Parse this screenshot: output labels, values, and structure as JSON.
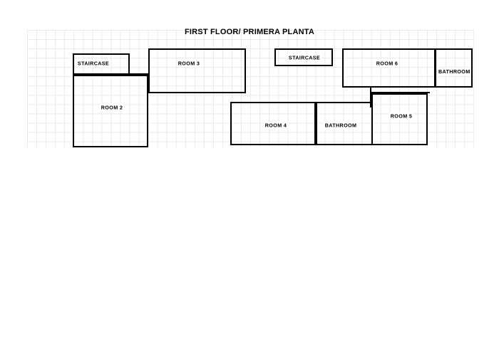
{
  "plan": {
    "title": "FIRST FLOOR/ PRIMERA PLANTA",
    "background_color": "#ffffff",
    "grid_color": "#e9e9e9",
    "wall_color": "#000000",
    "rooms": [
      {
        "id": "staircase-left",
        "label": "STAIRCASE"
      },
      {
        "id": "room-2",
        "label": "ROOM 2"
      },
      {
        "id": "room-3",
        "label": "ROOM 3"
      },
      {
        "id": "staircase-mid",
        "label": "STAIRCASE"
      },
      {
        "id": "room-6",
        "label": "ROOM 6"
      },
      {
        "id": "bathroom-right",
        "label": "BATHROOM"
      },
      {
        "id": "room-4",
        "label": "ROOM 4"
      },
      {
        "id": "bathroom-mid",
        "label": "BATHROOM"
      },
      {
        "id": "room-5",
        "label": "ROOM 5"
      }
    ]
  }
}
